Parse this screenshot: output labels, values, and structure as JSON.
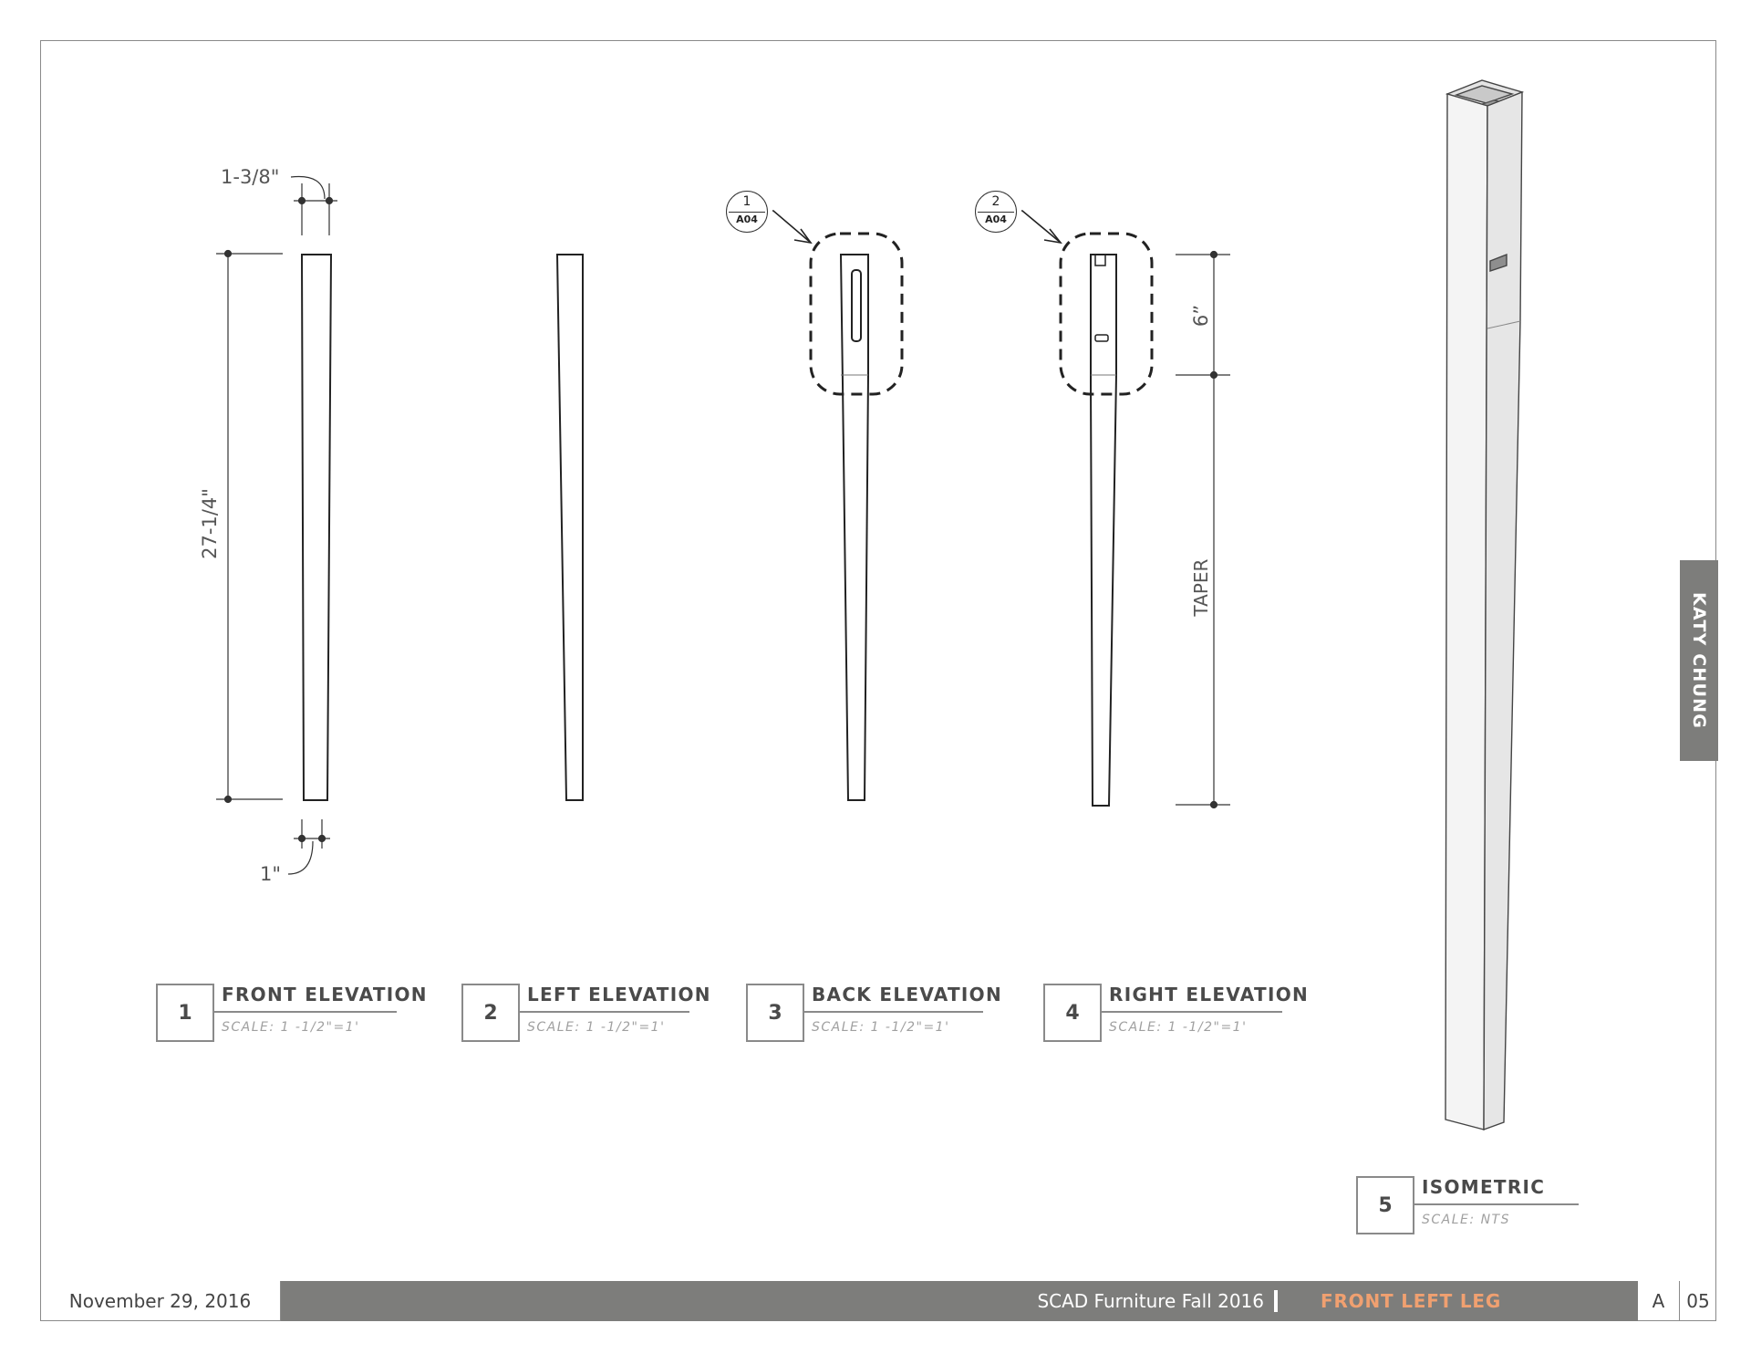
{
  "dimensions": {
    "top_width": "1-3/8\"",
    "height": "27-1/4\"",
    "bottom_width": "1\"",
    "joinery_height": "6”",
    "taper": "TAPER"
  },
  "callouts": [
    {
      "number": "1",
      "sheet": "A04"
    },
    {
      "number": "2",
      "sheet": "A04"
    }
  ],
  "views": [
    {
      "number": "1",
      "name": "FRONT ELEVATION",
      "scale_label": "SCALE:",
      "scale_value": "1 -1/2\"=1'"
    },
    {
      "number": "2",
      "name": "LEFT ELEVATION",
      "scale_label": "SCALE:",
      "scale_value": "1 -1/2\"=1'"
    },
    {
      "number": "3",
      "name": "BACK ELEVATION",
      "scale_label": "SCALE:",
      "scale_value": "1 -1/2\"=1'"
    },
    {
      "number": "4",
      "name": "RIGHT ELEVATION",
      "scale_label": "SCALE:",
      "scale_value": "1 -1/2\"=1'"
    },
    {
      "number": "5",
      "name": "ISOMETRIC",
      "scale_label": "SCALE:",
      "scale_value": "NTS"
    }
  ],
  "side_tab": "KATY CHUNG",
  "footer": {
    "date": "November 29, 2016",
    "project": "SCAD Furniture Fall 2016",
    "sheet_title": "FRONT LEFT LEG",
    "series": "A",
    "page": "05"
  },
  "colors": {
    "frame": "#8a8a8a",
    "footer_bar": "#7d7d7b",
    "accent": "#f0a070",
    "linework": "#222222"
  }
}
